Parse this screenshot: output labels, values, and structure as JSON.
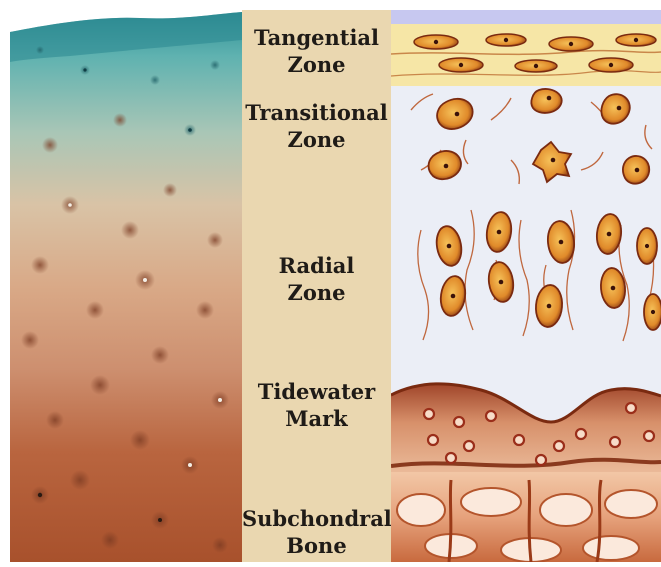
{
  "zones": [
    {
      "line1": "Tangential",
      "line2": "Zone"
    },
    {
      "line1": "Transitional",
      "line2": "Zone"
    },
    {
      "line1": "Radial",
      "line2": "Zone"
    },
    {
      "line1": "Tidewater",
      "line2": "Mark"
    },
    {
      "line1": "Subchondral",
      "line2": "Bone"
    }
  ],
  "colors": {
    "label_background": "#ead7b0",
    "cartilage_teal": "#4fa7a6",
    "cartilage_tan": "#d8b08a",
    "bone_rust": "#b45a35",
    "cell_orange": "#e08a2a",
    "cell_outline": "#7a2a10",
    "tidemark_brown": "#8a3a1e"
  }
}
